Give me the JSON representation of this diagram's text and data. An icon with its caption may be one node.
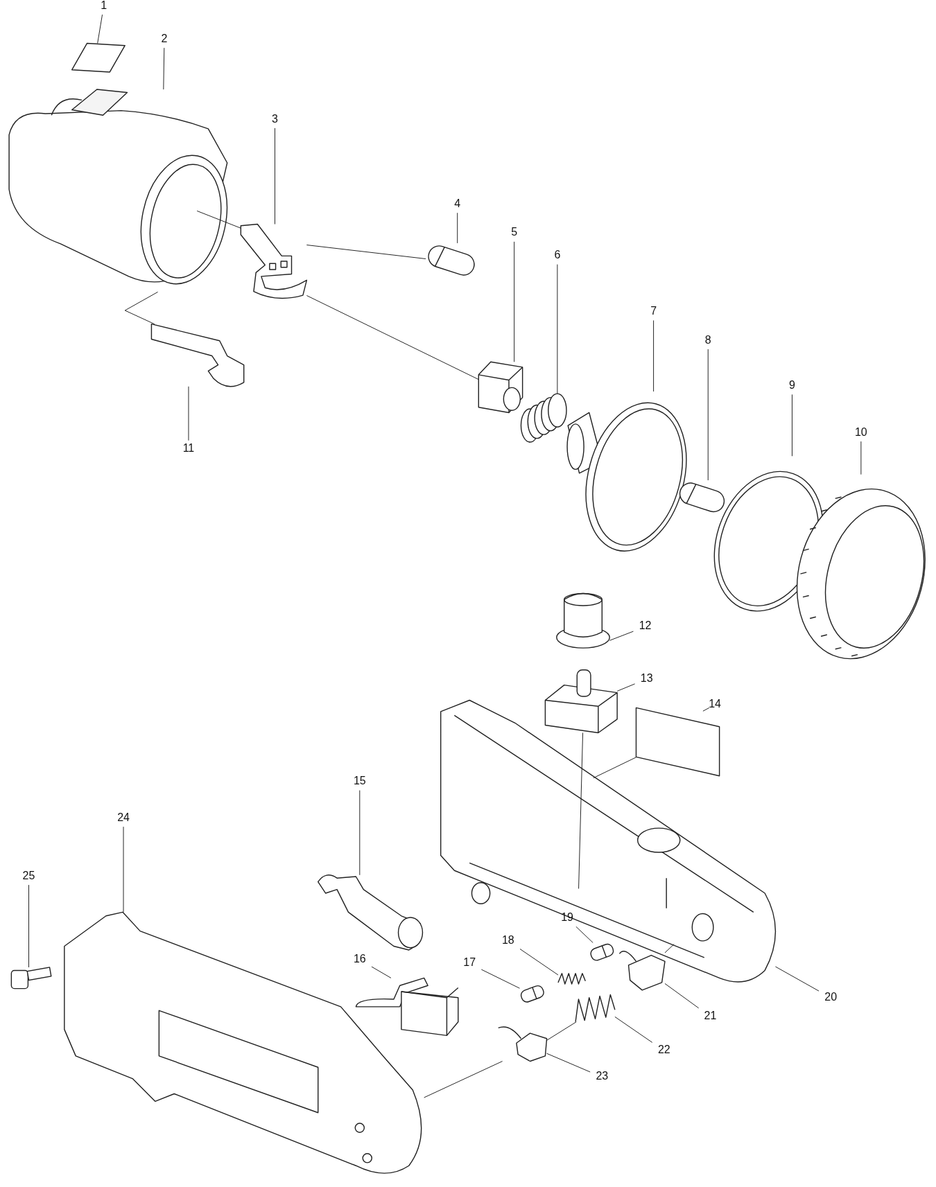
{
  "diagram": {
    "nodes": [
      {
        "text": [
          "1"
        ]
      },
      {
        "text": [
          "2"
        ]
      },
      {
        "text": [
          "3"
        ]
      },
      {
        "text": [
          "4"
        ]
      },
      {
        "text": [
          "5"
        ]
      },
      {
        "text": [
          "6"
        ]
      },
      {
        "text": [
          "7"
        ]
      },
      {
        "text": [
          "8"
        ]
      },
      {
        "text": [
          "9"
        ]
      },
      {
        "text": [
          "10"
        ]
      },
      {
        "text": [
          "11"
        ]
      },
      {
        "text": [
          "12"
        ]
      },
      {
        "text": [
          "13"
        ]
      },
      {
        "text": [
          "14"
        ]
      },
      {
        "text": [
          "15"
        ]
      },
      {
        "text": [
          "16"
        ]
      },
      {
        "text": [
          "17"
        ]
      },
      {
        "text": [
          "18"
        ]
      },
      {
        "text": [
          "19"
        ]
      },
      {
        "text": [
          "20"
        ]
      },
      {
        "text": [
          "21"
        ]
      },
      {
        "text": [
          "22"
        ]
      },
      {
        "text": [
          "23"
        ]
      },
      {
        "text": [
          "24"
        ]
      },
      {
        "text": [
          "25"
        ]
      },
      {
        "text": [],
        "shape": "picture"
      },
      {
        "text": [],
        "shape": "picture"
      },
      {
        "text": [],
        "shape": "picture"
      },
      {
        "text": [],
        "shape": "picture"
      },
      {
        "text": [],
        "shape": "picture"
      },
      {
        "text": [],
        "shape": "picture"
      },
      {
        "text": [],
        "shape": "picture"
      },
      {
        "text": [],
        "shape": "picture"
      },
      {
        "text": [],
        "shape": "picture"
      },
      {
        "text": [],
        "shape": "picture"
      },
      {
        "text": [],
        "shape": "picture"
      },
      {
        "text": [],
        "shape": "picture"
      },
      {
        "text": [],
        "shape": "picture"
      },
      {
        "text": [],
        "shape": "picture"
      },
      {
        "text": [],
        "shape": "picture"
      },
      {
        "text": [],
        "shape": "picture"
      },
      {
        "text": [],
        "shape": "picture"
      },
      {
        "text": [],
        "shape": "picture"
      },
      {
        "text": [],
        "shape": "picture"
      },
      {
        "text": [],
        "shape": "picture"
      },
      {
        "text": [],
        "shape": "picture"
      },
      {
        "text": [],
        "shape": "picture"
      },
      {
        "text": [],
        "shape": "picture"
      },
      {
        "text": [],
        "shape": "picture"
      },
      {
        "text": [],
        "shape": "picture"
      }
    ],
    "edges": [
      {
        "from": 0,
        "to": 25,
        "arrow": "none"
      },
      {
        "from": 1,
        "to": 26,
        "arrow": "none"
      },
      {
        "from": 2,
        "to": 27,
        "arrow": "none"
      },
      {
        "from": 3,
        "to": 28,
        "arrow": "none"
      },
      {
        "from": 4,
        "to": 29,
        "arrow": "none"
      },
      {
        "from": 5,
        "to": 30,
        "arrow": "none"
      },
      {
        "from": 6,
        "to": 31,
        "arrow": "none"
      },
      {
        "from": 7,
        "to": 32,
        "arrow": "none"
      },
      {
        "from": 8,
        "to": 33,
        "arrow": "none"
      },
      {
        "from": 9,
        "to": 34,
        "arrow": "none"
      },
      {
        "from": 10,
        "to": 35,
        "arrow": "none"
      },
      {
        "from": 11,
        "to": 36,
        "arrow": "none"
      },
      {
        "from": 12,
        "to": 37,
        "arrow": "none"
      },
      {
        "from": 13,
        "to": 38,
        "arrow": "none"
      },
      {
        "from": 14,
        "to": 39,
        "arrow": "none"
      },
      {
        "from": 15,
        "to": 40,
        "arrow": "none"
      },
      {
        "from": 16,
        "to": 41,
        "arrow": "none"
      },
      {
        "from": 17,
        "to": 42,
        "arrow": "none"
      },
      {
        "from": 18,
        "to": 43,
        "arrow": "none"
      },
      {
        "from": 19,
        "to": 44,
        "arrow": "none"
      },
      {
        "from": 20,
        "to": 45,
        "arrow": "none"
      },
      {
        "from": 21,
        "to": 46,
        "arrow": "none"
      },
      {
        "from": 22,
        "to": 47,
        "arrow": "none"
      },
      {
        "from": 23,
        "to": 48,
        "arrow": "none"
      },
      {
        "from": 24,
        "to": 49,
        "arrow": "none"
      },
      {
        "from": 26,
        "to": 27,
        "arrow": "none"
      },
      {
        "from": 27,
        "to": 28,
        "arrow": "none"
      },
      {
        "from": 27,
        "to": 29,
        "arrow": "none"
      },
      {
        "from": 26,
        "to": 35,
        "arrow": "none"
      },
      {
        "from": 38,
        "to": 44,
        "arrow": "none"
      },
      {
        "from": 37,
        "to": 44,
        "arrow": "none"
      },
      {
        "from": 47,
        "to": 48,
        "arrow": "none"
      },
      {
        "from": 46,
        "to": 47,
        "arrow": "none"
      },
      {
        "from": 45,
        "to": 44,
        "arrow": "none"
      }
    ]
  }
}
